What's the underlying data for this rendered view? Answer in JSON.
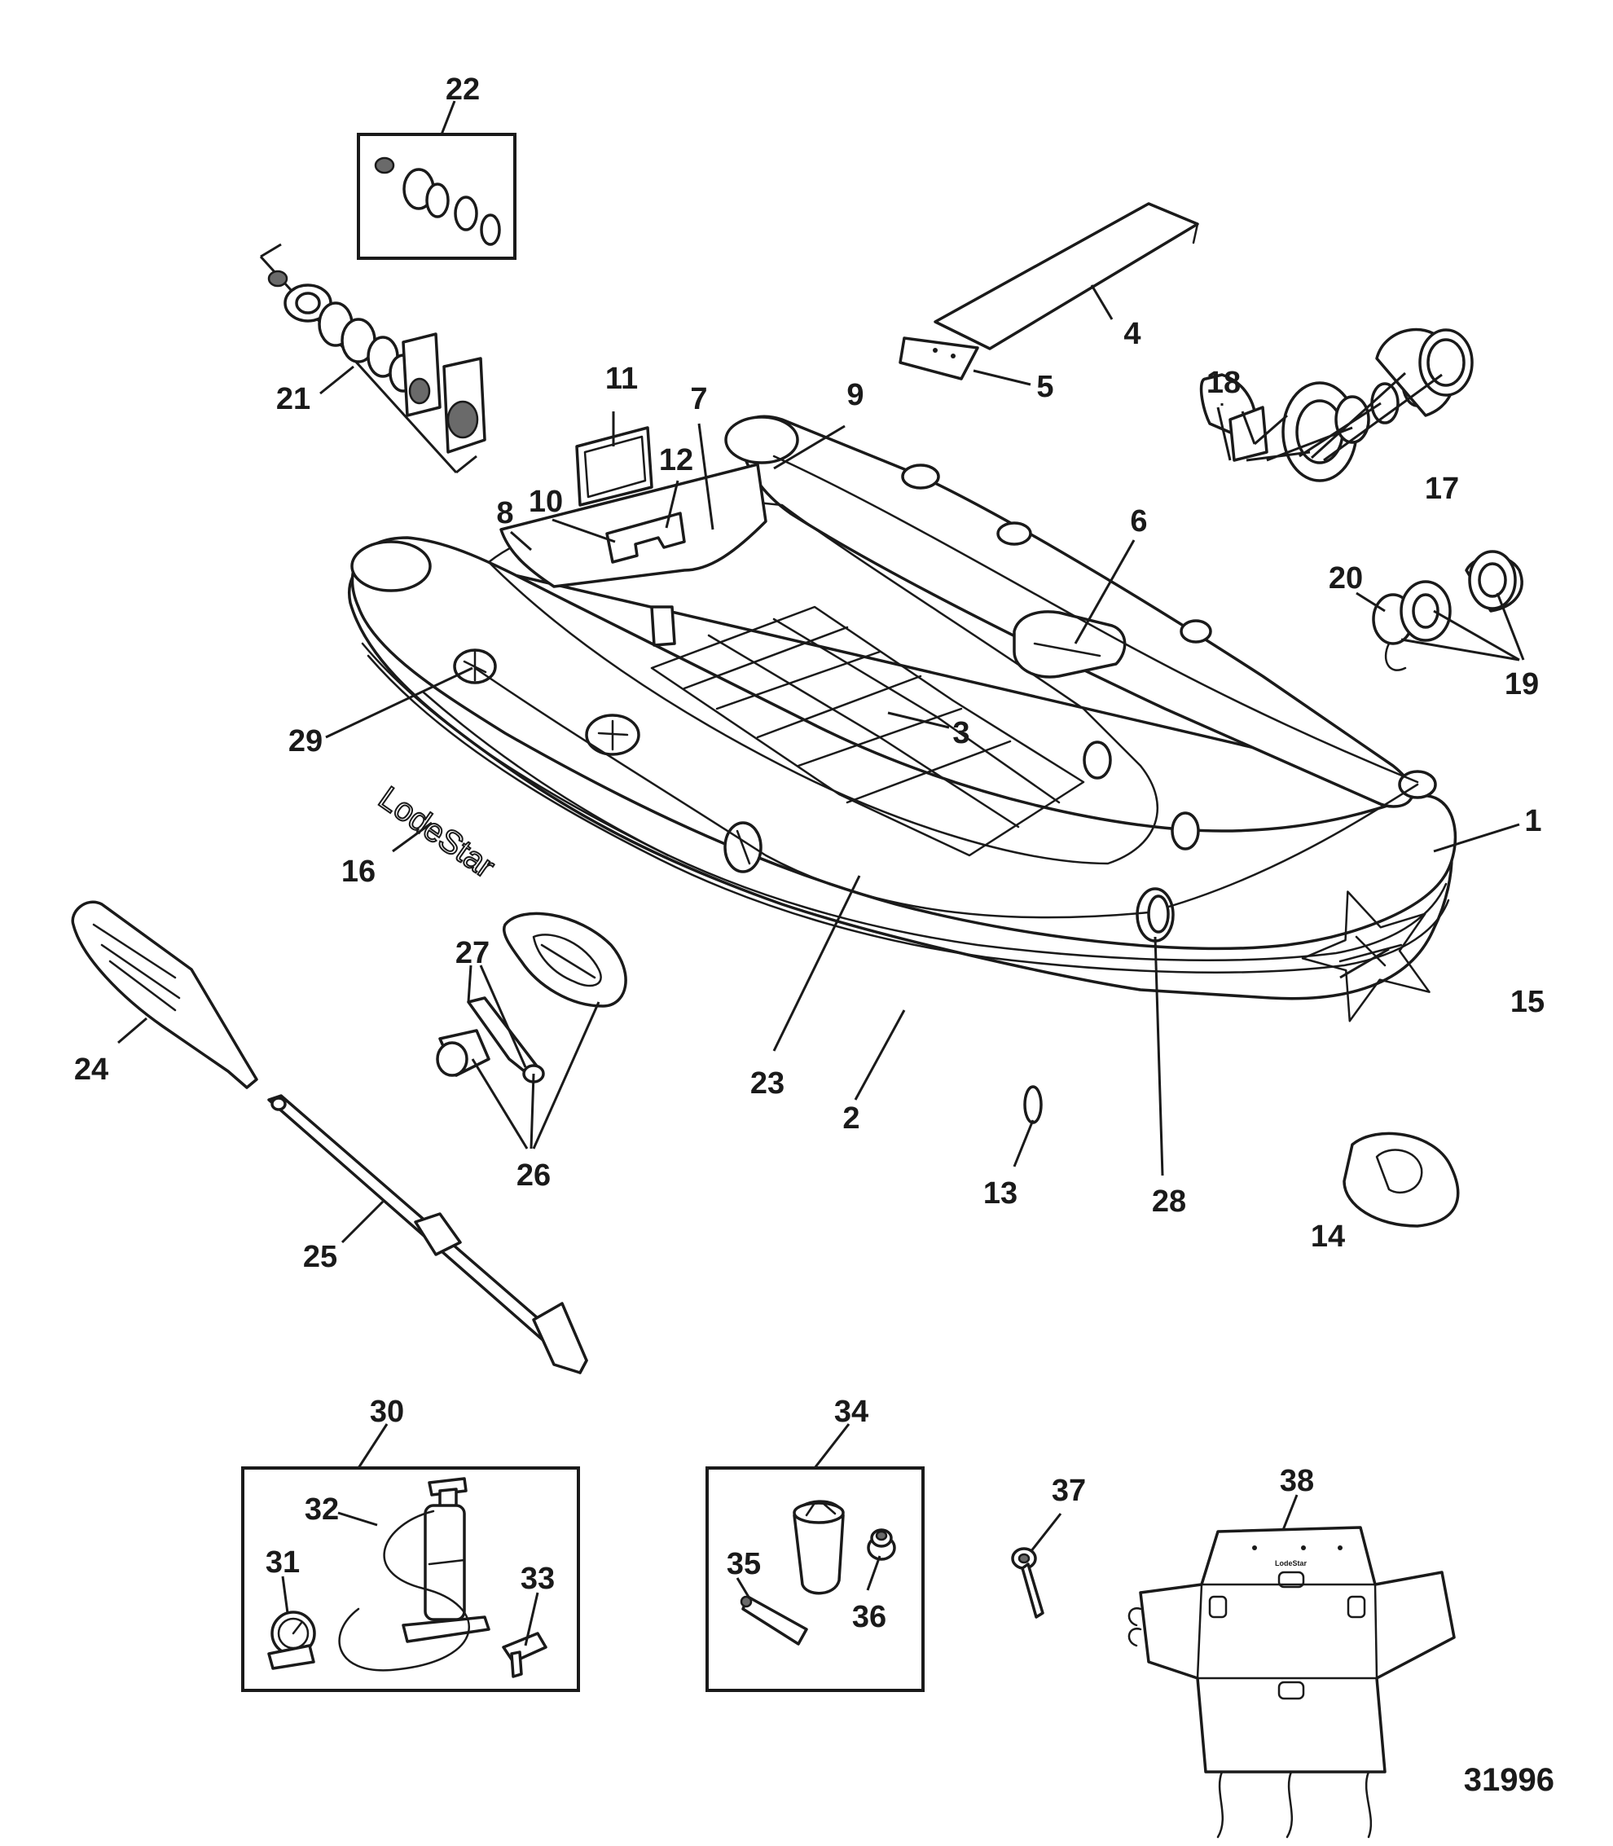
{
  "figure_number": "31996",
  "brand_text": "LodeStar",
  "callouts": {
    "c1": "1",
    "c2": "2",
    "c3": "3",
    "c4": "4",
    "c5": "5",
    "c6": "6",
    "c7": "7",
    "c8": "8",
    "c9": "9",
    "c10": "10",
    "c11": "11",
    "c12": "12",
    "c13": "13",
    "c14": "14",
    "c15": "15",
    "c16": "16",
    "c17": "17",
    "c18": "18",
    "c19": "19",
    "c20": "20",
    "c21": "21",
    "c22": "22",
    "c23": "23",
    "c24": "24",
    "c25": "25",
    "c26": "26",
    "c27": "27",
    "c28": "28",
    "c29": "29",
    "c30": "30",
    "c31": "31",
    "c32": "32",
    "c33": "33",
    "c34": "34",
    "c35": "35",
    "c36": "36",
    "c37": "37",
    "c38": "38"
  }
}
